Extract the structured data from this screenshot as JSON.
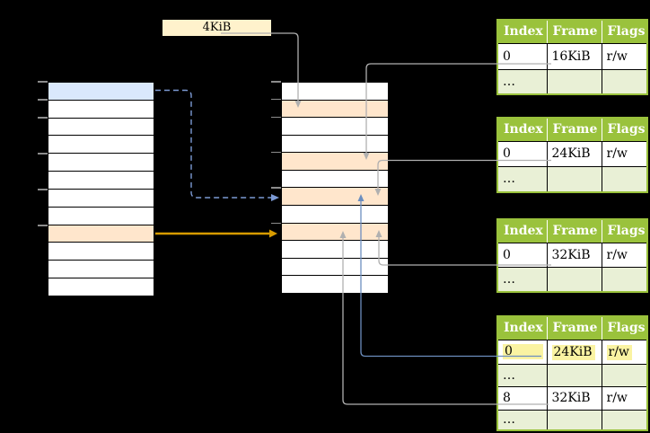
{
  "size_label": {
    "text": "4KiB"
  },
  "colors": {
    "background": "#000000",
    "row_white": "#ffffff",
    "row_blue": "#dae8fc",
    "row_orange": "#ffe6cc",
    "label_cream": "#fff2cc",
    "table_header_green": "#9ac23c",
    "row_light_green": "#e9f0d6",
    "highlight_yellow": "#faf3a2",
    "connector_gray": "#b0b0b0",
    "connector_blue": "#6c8ebf",
    "connector_dashed_blue": "#7c9ad4",
    "connector_orange": "#d79b00",
    "tick_gray": "#8c8c8c"
  },
  "virtual_table": {
    "rows": [
      "blue",
      "white",
      "white",
      "white",
      "white",
      "white",
      "white",
      "white",
      "orange",
      "white",
      "white",
      "white"
    ]
  },
  "physical_table": {
    "rows": [
      "white",
      "orange",
      "white",
      "white",
      "orange",
      "white",
      "orange",
      "white",
      "orange",
      "white",
      "white",
      "white"
    ]
  },
  "frame_tables": [
    {
      "name": "page-table-16kib",
      "headers": [
        "Index",
        "Frame",
        "Flags"
      ],
      "rows": [
        {
          "cells": [
            "0",
            "16KiB",
            "r/w"
          ],
          "shaded": false,
          "highlight": false
        },
        {
          "cells": [
            "…",
            "",
            ""
          ],
          "shaded": true,
          "highlight": false
        }
      ]
    },
    {
      "name": "page-table-24kib",
      "headers": [
        "Index",
        "Frame",
        "Flags"
      ],
      "rows": [
        {
          "cells": [
            "0",
            "24KiB",
            "r/w"
          ],
          "shaded": false,
          "highlight": false
        },
        {
          "cells": [
            "…",
            "",
            ""
          ],
          "shaded": true,
          "highlight": false
        }
      ]
    },
    {
      "name": "page-table-32kib",
      "headers": [
        "Index",
        "Frame",
        "Flags"
      ],
      "rows": [
        {
          "cells": [
            "0",
            "32KiB",
            "r/w"
          ],
          "shaded": false,
          "highlight": false
        },
        {
          "cells": [
            "…",
            "",
            ""
          ],
          "shaded": true,
          "highlight": false
        }
      ]
    },
    {
      "name": "page-table-level2",
      "headers": [
        "Index",
        "Frame",
        "Flags"
      ],
      "rows": [
        {
          "cells": [
            "0",
            "24KiB",
            "r/w"
          ],
          "shaded": false,
          "highlight": true
        },
        {
          "cells": [
            "…",
            "",
            ""
          ],
          "shaded": true,
          "highlight": false
        },
        {
          "cells": [
            "8",
            "32KiB",
            "r/w"
          ],
          "shaded": false,
          "highlight": false
        },
        {
          "cells": [
            "…",
            "",
            ""
          ],
          "shaded": true,
          "highlight": false
        }
      ]
    }
  ]
}
